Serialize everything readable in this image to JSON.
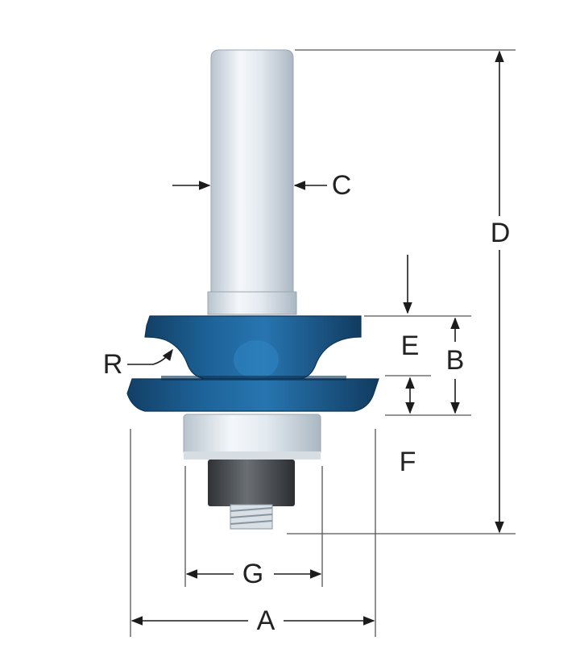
{
  "labels": {
    "A": "A",
    "B": "B",
    "C": "C",
    "D": "D",
    "E": "E",
    "F": "F",
    "G": "G",
    "R": "R"
  },
  "colors": {
    "cutter": "#1c5f93",
    "cutter_dark": "#0f3a5e",
    "shank_light": "#eaf0f5",
    "shank_mid": "#c4cfd8",
    "nut": "#4a4e52",
    "line": "#1c1c1c"
  }
}
